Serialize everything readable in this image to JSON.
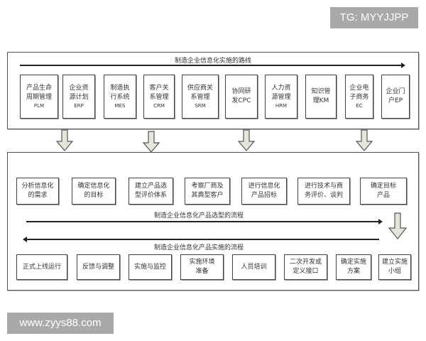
{
  "watermarks": {
    "top": "TG: MYYJJPP",
    "bottom": "www.zyys88.com"
  },
  "roadmap": {
    "title": "制造企业信息化实施的路线",
    "systems": [
      {
        "name": "产品生命周期管理",
        "line1": "产品生命",
        "line2": "周期管理",
        "abbr": "PLM"
      },
      {
        "name": "企业资源计划",
        "line1": "企业资",
        "line2": "源计划",
        "abbr": "ERP"
      },
      {
        "name": "制造执行系统",
        "line1": "制造执",
        "line2": "行系统",
        "abbr": "MES"
      },
      {
        "name": "客户关系管理",
        "line1": "客户关",
        "line2": "系管理",
        "abbr": "CRM"
      },
      {
        "name": "供应商关系管理",
        "line1": "供应商关",
        "line2": "系管理",
        "abbr": "SRM"
      },
      {
        "name": "协同研发",
        "line1": "协同研",
        "line2": "发CPC",
        "abbr": ""
      },
      {
        "name": "人力资源管理",
        "line1": "人力资",
        "line2": "源管理",
        "abbr": "HRM"
      },
      {
        "name": "知识管理",
        "line1": "知识管",
        "line2": "理KM",
        "abbr": ""
      },
      {
        "name": "企业电子商务",
        "line1": "企业电",
        "line2": "子商务",
        "abbr": "EC"
      },
      {
        "name": "企业门户",
        "line1": "企业门",
        "line2": "户EP",
        "abbr": ""
      }
    ]
  },
  "selection": {
    "title": "制造企业信息化产品选型的流程",
    "steps": [
      {
        "line1": "分析信息化",
        "line2": "的需求"
      },
      {
        "line1": "确定信息化",
        "line2": "的目标"
      },
      {
        "line1": "建立产品选",
        "line2": "型评价体系"
      },
      {
        "line1": "考察厂商及",
        "line2": "其典型客户"
      },
      {
        "line1": "进行信息化",
        "line2": "产品招标"
      },
      {
        "line1": "进行技术与商",
        "line2": "务评价、谈判"
      },
      {
        "line1": "确定目标",
        "line2": "产品"
      }
    ]
  },
  "implementation": {
    "title": "制造企业信息化产品实施的流程",
    "steps": [
      {
        "line1": "正式上线运行",
        "line2": ""
      },
      {
        "line1": "反馈与调整",
        "line2": ""
      },
      {
        "line1": "实施与监控",
        "line2": ""
      },
      {
        "line1": "实施环境",
        "line2": "准备"
      },
      {
        "line1": "人员培训",
        "line2": ""
      },
      {
        "line1": "二次开发或",
        "line2": "定义接口"
      },
      {
        "line1": "确定实施",
        "line2": "方案"
      },
      {
        "line1": "建立实施",
        "line2": "小组"
      }
    ]
  },
  "colors": {
    "arrow_fill": "#e4e6dc",
    "arrow_stroke": "#555555",
    "watermark_bg": "#a9a9a9"
  }
}
